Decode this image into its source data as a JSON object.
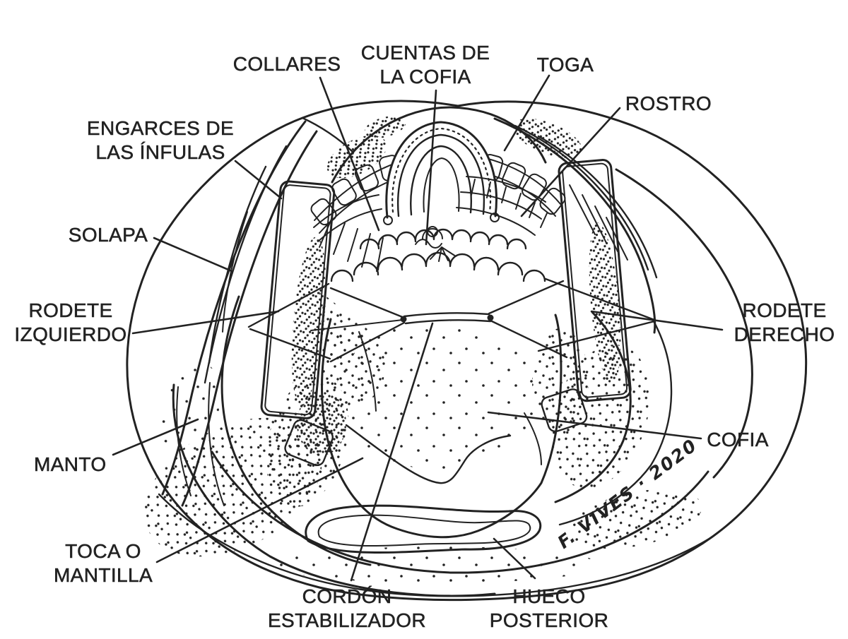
{
  "signature": "F. VIVES · 2020",
  "colors": {
    "ink": "#222222",
    "paper": "#ffffff"
  },
  "labels": {
    "collares": "COLLARES",
    "cuentas_line1": "CUENTAS DE",
    "cuentas_line2": "LA COFIA",
    "toga": "TOGA",
    "rostro": "ROSTRO",
    "engarces_line1": "ENGARCES DE",
    "engarces_line2": "LAS ÍNFULAS",
    "solapa": "SOLAPA",
    "rodete_izquierdo_line1": "RODETE",
    "rodete_izquierdo_line2": "IZQUIERDO",
    "rodete_derecho_line1": "RODETE",
    "rodete_derecho_line2": "DERECHO",
    "manto": "MANTO",
    "cofia": "COFIA",
    "toca_line1": "TOCA O",
    "toca_line2": "MANTILLA",
    "cordon_line1": "CORDÓN",
    "cordon_line2": "ESTABILIZADOR",
    "hueco_line1": "HUECO",
    "hueco_line2": "POSTERIOR"
  }
}
